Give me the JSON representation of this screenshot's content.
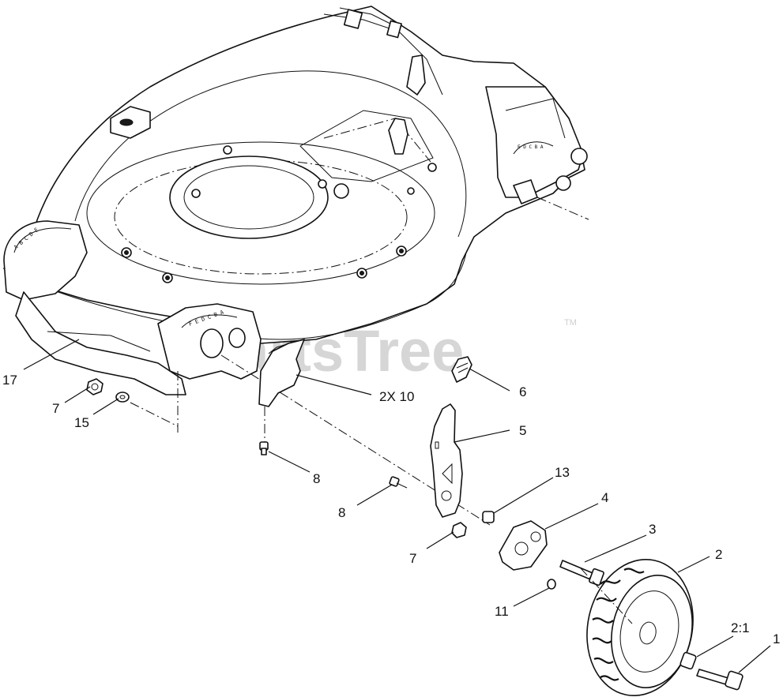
{
  "watermark": {
    "text": "PartsTree",
    "trademark": "TM"
  },
  "callouts": {
    "c17": "17",
    "c7a": "7",
    "c15": "15",
    "c2x10": "2X 10",
    "c6": "6",
    "c5": "5",
    "c8a": "8",
    "c8b": "8",
    "c13": "13",
    "c4": "4",
    "c7b": "7",
    "c3": "3",
    "c2": "2",
    "c11": "11",
    "c2_1": "2:1",
    "c1": "1"
  }
}
